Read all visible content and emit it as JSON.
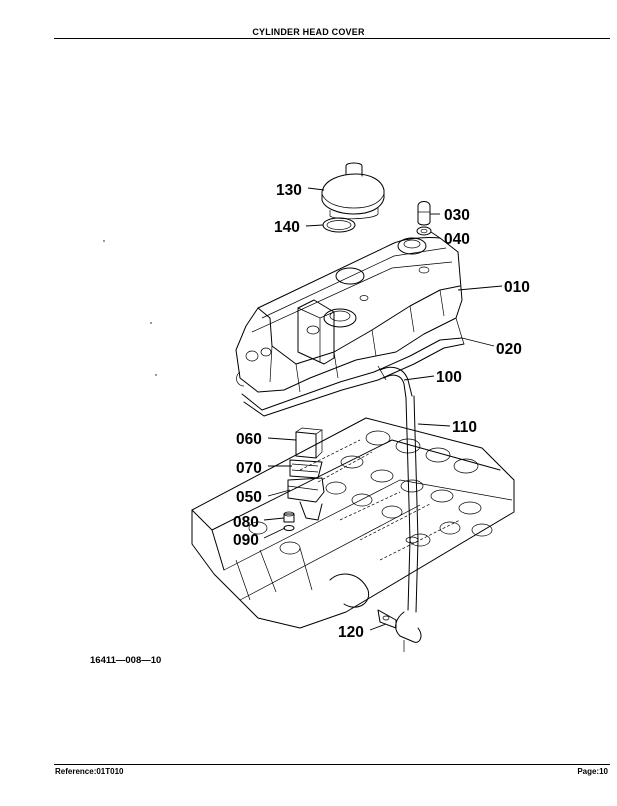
{
  "header": {
    "title": "CYLINDER HEAD COVER"
  },
  "figure": {
    "number": "16411—008—10",
    "callouts": {
      "c010": "010",
      "c020": "020",
      "c030": "030",
      "c040": "040",
      "c050": "050",
      "c060": "060",
      "c070": "070",
      "c080": "080",
      "c090": "090",
      "c100": "100",
      "c110": "110",
      "c120": "120",
      "c130": "130",
      "c140": "140"
    }
  },
  "footer": {
    "reference": "Reference:01T010",
    "page": "Page:10"
  }
}
